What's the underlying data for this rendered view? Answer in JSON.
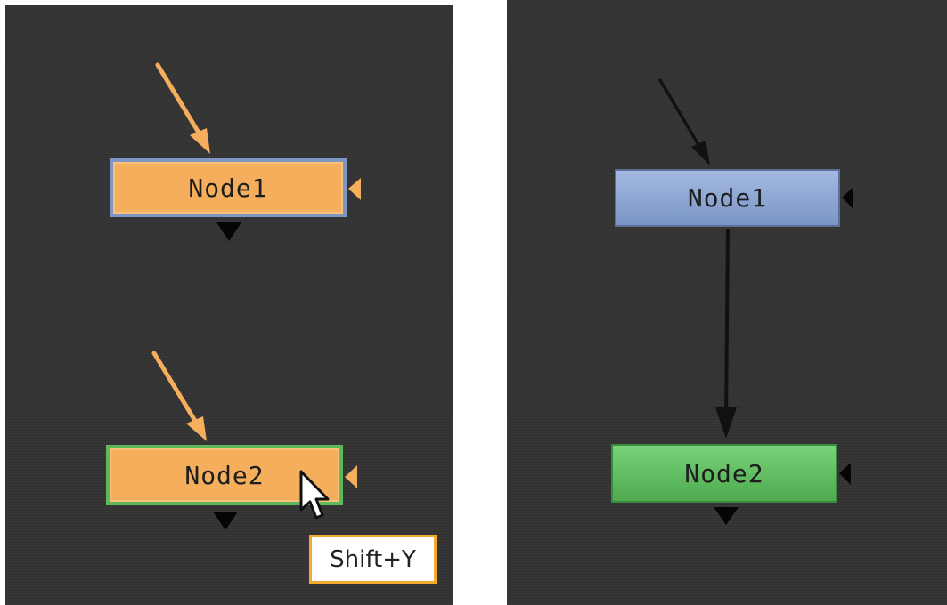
{
  "before": {
    "node1": {
      "label": "Node1"
    },
    "node2": {
      "label": "Node2"
    },
    "shortcut_tooltip": "Shift+Y",
    "accent_color": "#f5ae5c"
  },
  "after": {
    "node1": {
      "label": "Node1"
    },
    "node2": {
      "label": "Node2"
    }
  },
  "colors": {
    "canvas": "#333333",
    "node1_tile": "#8ca4d4",
    "node2_tile": "#5fc05f",
    "selected_highlight": "#f5ae5c",
    "wire_after": "#111111"
  },
  "icons": [
    "mouse-cursor-icon",
    "input-arrow-icon",
    "output-triangle-icon",
    "mask-input-icon"
  ]
}
